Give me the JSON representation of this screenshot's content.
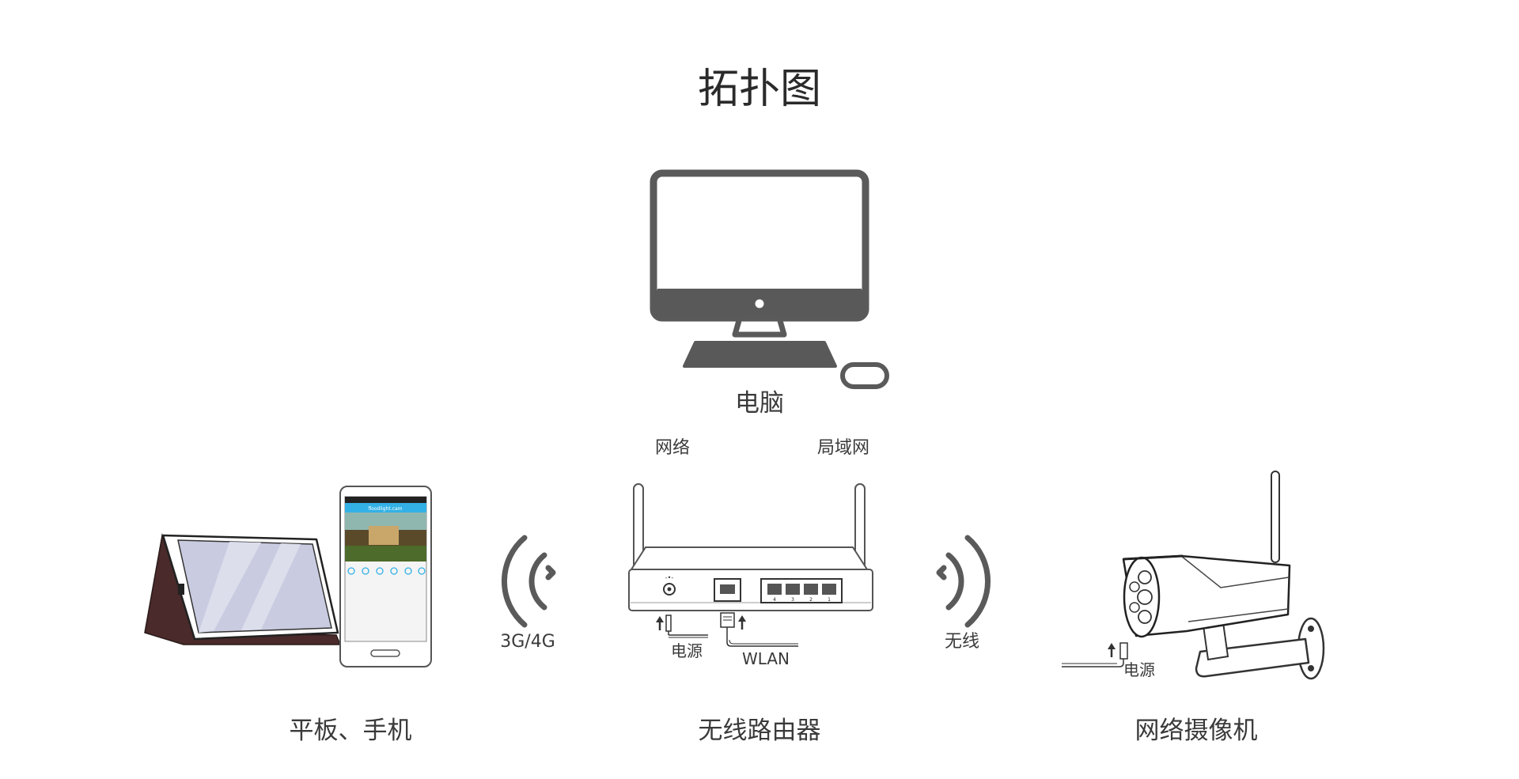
{
  "title": "拓扑图",
  "devices": {
    "computer": {
      "label": "电脑"
    },
    "router": {
      "label": "无线路由器"
    },
    "tablet_phone": {
      "label": "平板、手机"
    },
    "camera": {
      "label": "网络摄像机"
    }
  },
  "links": {
    "internet": "网络",
    "lan": "局域网",
    "mobile": "3G/4G",
    "wireless": "无线"
  },
  "router_ports": {
    "power": "电源",
    "wlan": "WLAN",
    "lan_numbers": [
      "4",
      "3",
      "2",
      "1"
    ]
  },
  "camera_ports": {
    "power": "电源"
  },
  "phone_app": {
    "url_text": "floodlight.cam"
  },
  "colors": {
    "device_gray": "#595959",
    "signal_gray": "#5a5a5a",
    "phone_header": "#33b1e6",
    "tablet_case": "#4a2a2a",
    "tablet_screen": "#c9cbe0"
  }
}
